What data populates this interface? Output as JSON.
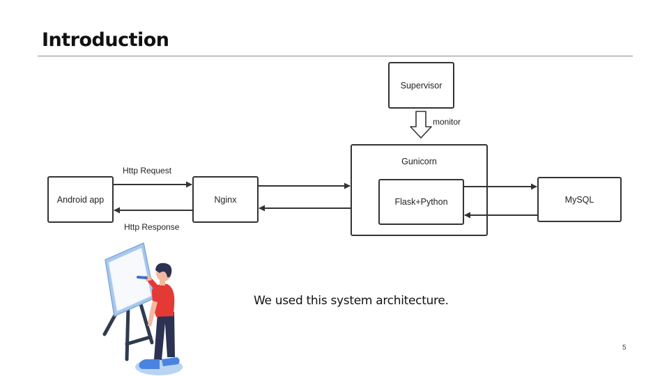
{
  "slide": {
    "title": "Introduction",
    "caption": "We used this system architecture.",
    "page_number": "5"
  },
  "diagram": {
    "nodes": {
      "supervisor": "Supervisor",
      "gunicorn": "Gunicorn",
      "flask": "Flask+Python",
      "android": "Android app",
      "nginx": "Nginx",
      "mysql": "MySQL"
    },
    "edges": {
      "monitor": "monitor",
      "http_request": "Http Request",
      "http_response": "Http Response"
    }
  },
  "colors": {
    "line": "#333333",
    "board_frame": "#a9c8ef",
    "shirt": "#e53935",
    "pants": "#2b3252",
    "shoes": "#4a84e0"
  }
}
